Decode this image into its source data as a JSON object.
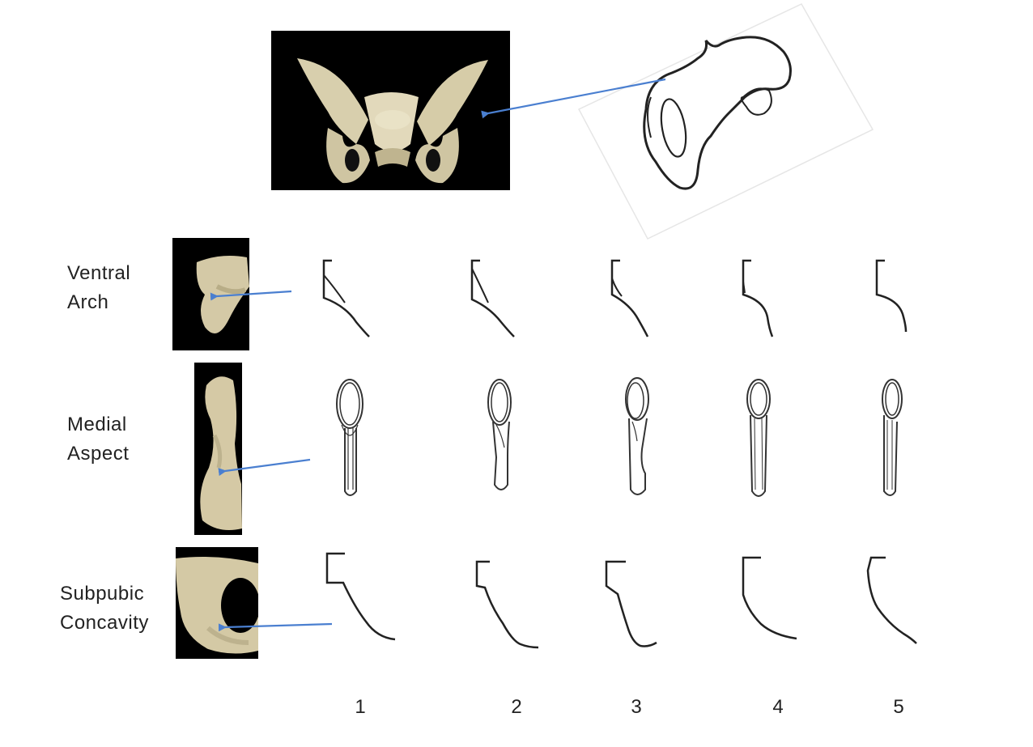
{
  "rows": [
    {
      "id": "ventral-arch",
      "label_lines": [
        "Ventral",
        "Arch"
      ]
    },
    {
      "id": "medial-aspect",
      "label_lines": [
        "Medial",
        "Aspect"
      ]
    },
    {
      "id": "subpubic-concavity",
      "label_lines": [
        "Subpubic",
        "Concavity"
      ]
    }
  ],
  "scores": [
    "1",
    "2",
    "3",
    "4",
    "5"
  ],
  "colors": {
    "arrow": "#4a7fd0",
    "outline": "#222222",
    "bone": "#d9cfaf",
    "background_photo": "#000000"
  },
  "icons": [
    "pelvis-photo",
    "ventral-arch-photo",
    "medial-aspect-photo",
    "subpubic-concavity-photo",
    "arrow"
  ]
}
